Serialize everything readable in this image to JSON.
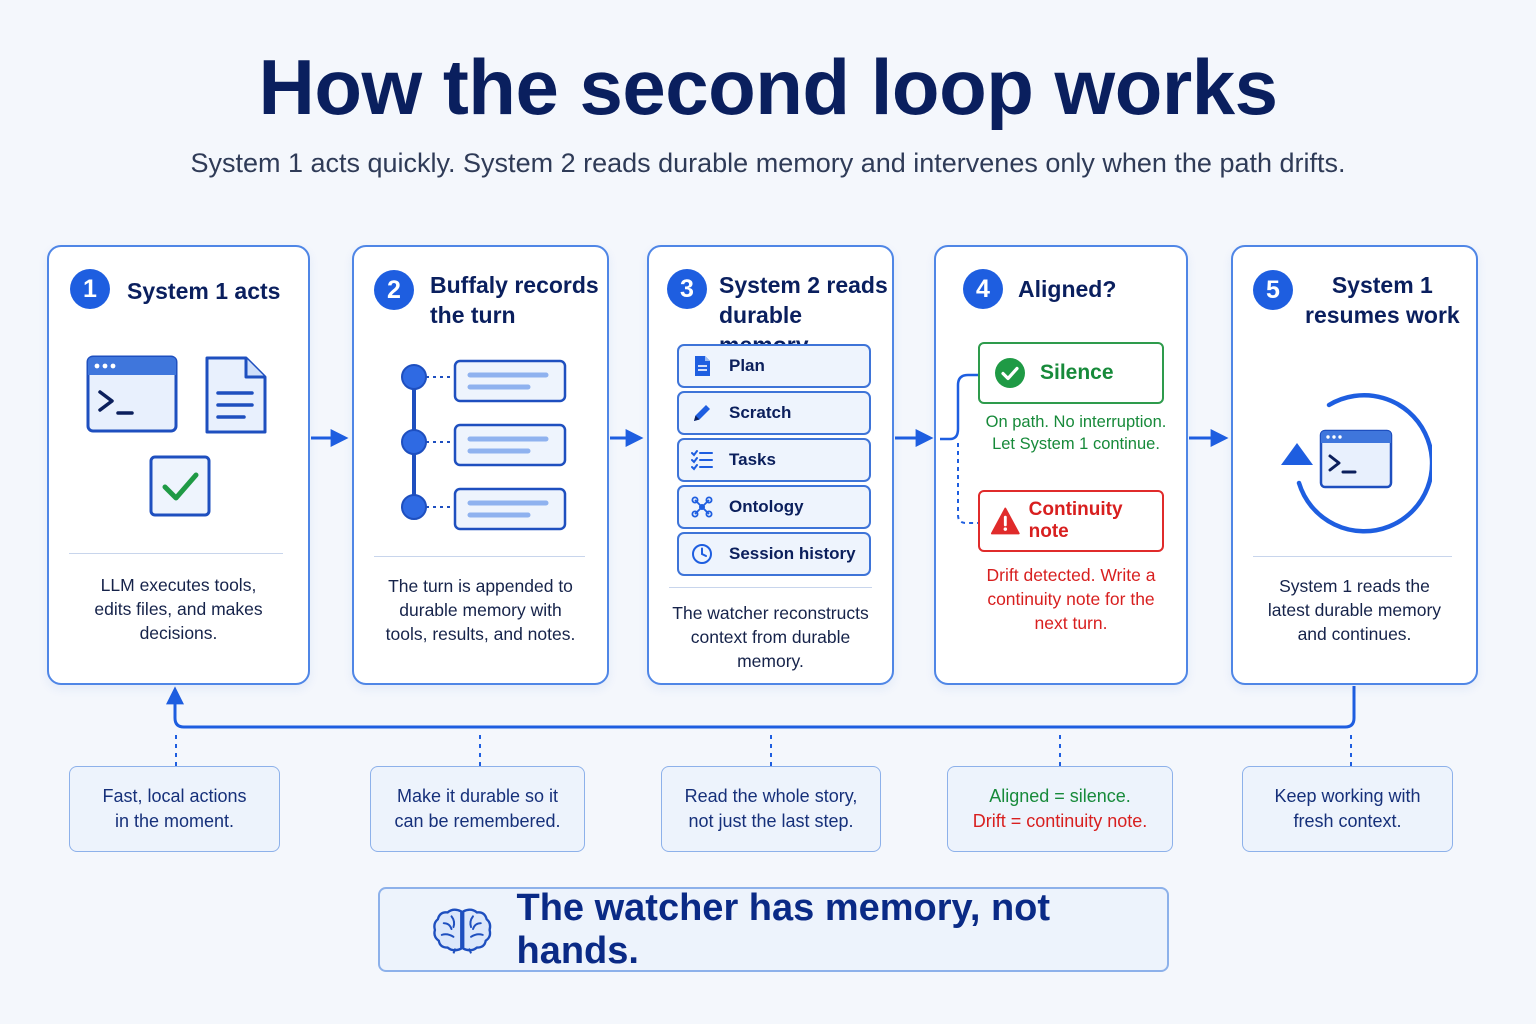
{
  "title": "How the second loop works",
  "subtitle": "System 1 acts quickly. System 2 reads durable memory and intervenes only when the path drifts.",
  "colors": {
    "primary": "#1e5ee0",
    "navy": "#0a1f5e",
    "success": "#178a3a",
    "danger": "#d81f1f"
  },
  "steps": [
    {
      "num": "1",
      "title_lines": [
        "System 1 acts"
      ],
      "desc_lines": [
        "LLM executes tools,",
        "edits files, and makes",
        "decisions."
      ],
      "icons": [
        "terminal-window-icon",
        "document-icon",
        "checkbox-checked-icon"
      ]
    },
    {
      "num": "2",
      "title_lines": [
        "Buffaly records",
        "the turn"
      ],
      "desc_lines": [
        "The turn is appended to",
        "durable memory with",
        "tools, results, and notes."
      ],
      "icons": [
        "timeline-record-icon"
      ]
    },
    {
      "num": "3",
      "title_lines": [
        "System 2 reads",
        "durable memory"
      ],
      "memory_items": [
        {
          "label": "Plan",
          "icon": "document-icon"
        },
        {
          "label": "Scratch",
          "icon": "pencil-icon"
        },
        {
          "label": "Tasks",
          "icon": "checklist-icon"
        },
        {
          "label": "Ontology",
          "icon": "network-graph-icon"
        },
        {
          "label": "Session history",
          "icon": "clock-icon"
        }
      ],
      "desc_lines": [
        "The watcher reconstructs",
        "context from durable",
        "memory."
      ]
    },
    {
      "num": "4",
      "title_lines": [
        "Aligned?"
      ],
      "outcomes": [
        {
          "label": "Silence",
          "icon": "check-circle-icon",
          "desc_lines": [
            "On path. No interruption.",
            "Let System 1 continue."
          ]
        },
        {
          "label": "Continuity note",
          "icon": "warning-icon",
          "desc_lines": [
            "Drift detected. Write a",
            "continuity note for the",
            "next turn."
          ]
        }
      ]
    },
    {
      "num": "5",
      "title_lines": [
        "System 1",
        "resumes work"
      ],
      "desc_lines": [
        "System 1 reads the",
        "latest durable memory",
        "and continues."
      ],
      "icons": [
        "refresh-loop-icon",
        "terminal-window-icon"
      ]
    }
  ],
  "notes": [
    {
      "lines": [
        "Fast, local actions",
        "in the moment."
      ]
    },
    {
      "lines": [
        "Make it durable so it",
        "can be remembered."
      ]
    },
    {
      "lines": [
        "Read the whole story,",
        "not just the last step."
      ]
    },
    {
      "lines": [
        "Aligned = silence.",
        "Drift = continuity note."
      ]
    },
    {
      "lines": [
        "Keep working with",
        "fresh context."
      ]
    }
  ],
  "banner": {
    "text": "The watcher has memory, not hands.",
    "icon": "brain-icon"
  }
}
